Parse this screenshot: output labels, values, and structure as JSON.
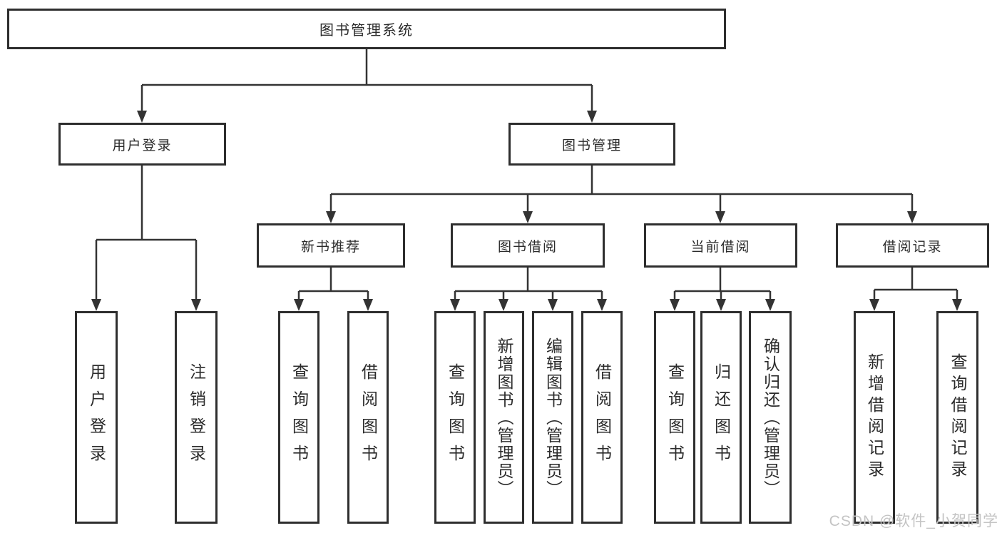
{
  "diagram": {
    "title": {
      "label": "图书管理系统"
    },
    "modules": [
      {
        "label": "用户登录",
        "leaves": [
          {
            "label": "用户登录"
          },
          {
            "label": "注销登录"
          }
        ]
      },
      {
        "label": "图书管理",
        "submodules": [
          {
            "label": "新书推荐",
            "leaves": [
              {
                "label": "查询图书"
              },
              {
                "label": "借阅图书"
              }
            ]
          },
          {
            "label": "图书借阅",
            "leaves": [
              {
                "label": "查询图书"
              },
              {
                "label": "新增图书（管理员）"
              },
              {
                "label": "编辑图书（管理员）"
              },
              {
                "label": "借阅图书"
              }
            ]
          },
          {
            "label": "当前借阅",
            "leaves": [
              {
                "label": "查询图书"
              },
              {
                "label": "归还图书"
              },
              {
                "label": "确认归还（管理员）"
              }
            ]
          },
          {
            "label": "借阅记录",
            "leaves": [
              {
                "label": "新增借阅记录"
              },
              {
                "label": "查询借阅记录"
              }
            ]
          }
        ]
      }
    ]
  },
  "watermark": {
    "text": "CSDN @软件_小贺同学"
  },
  "colors": {
    "line": "#333333",
    "box_border": "#2e2e2e",
    "text": "#2b2b2b",
    "watermark": "#c4c4c4",
    "background": "#ffffff"
  }
}
